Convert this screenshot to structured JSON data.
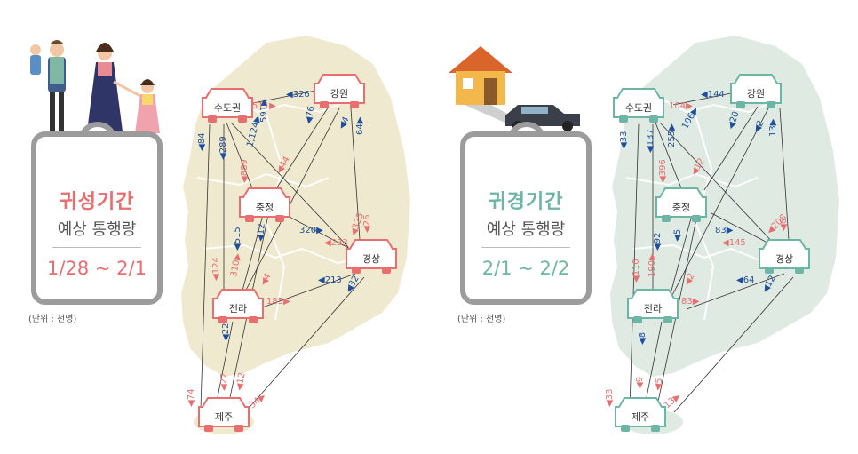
{
  "colors": {
    "seol_accent": "#e86f6f",
    "return_accent": "#6db6a6",
    "east": "#1f4f9c",
    "west": "#e86f6f",
    "card_border": "#9c9c9c",
    "map_seol": "#efe9cf",
    "map_return": "#dfeae2"
  },
  "panels": [
    {
      "id": "seol",
      "title": "귀성기간",
      "subtitle": "예상 통행량",
      "dates": "1/28 ~ 2/1",
      "unit": "(단위 : 천명)",
      "regions": {
        "capital": "수도권",
        "gangwon": "강원",
        "chungcheong": "충청",
        "gyeongsang": "경상",
        "jeolla": "전라",
        "jeju": "제주"
      },
      "flows": {
        "cap_to_gw": "326",
        "gw_to_cap": "511",
        "cap_to_ch": "1,124",
        "ch_to_cap": "889",
        "cap_to_gs": "591",
        "gs_to_cap": "325",
        "cap_to_jl": "289",
        "jl_to_cap": "124",
        "cap_to_jj": "84",
        "jj_to_cap": "74",
        "gw_to_ch": "76",
        "ch_to_gw": "44",
        "gw_to_jl": "4",
        "jl_to_gw": "4",
        "gw_to_gs": "64",
        "gs_to_gw": "26",
        "ch_to_gs": "320",
        "gs_to_ch": "233",
        "ch_to_jl": "515",
        "jl_to_ch": "310",
        "jl_to_gs": "213",
        "gs_to_jl": "185",
        "jl_to_jj": "22",
        "jj_to_jl": "22",
        "gs_to_jj": "32",
        "jj_to_gs": "34",
        "ch_to_jj": "12",
        "jj_to_ch": "12"
      }
    },
    {
      "id": "return",
      "title": "귀경기간",
      "subtitle": "예상 통행량",
      "dates": "2/1 ~ 2/2",
      "unit": "(단위 : 천명)",
      "regions": {
        "capital": "수도권",
        "gangwon": "강원",
        "chungcheong": "충청",
        "gyeongsang": "경상",
        "jeolla": "전라",
        "jeju": "제주"
      },
      "flows": {
        "cap_to_gw": "144",
        "gw_to_cap": "104",
        "cap_to_ch": "255",
        "ch_to_cap": "396",
        "cap_to_gs": "106",
        "gs_to_cap": "208",
        "cap_to_jl": "137",
        "jl_to_cap": "110",
        "cap_to_jj": "33",
        "jj_to_cap": "33",
        "gw_to_ch": "20",
        "ch_to_gw": "12",
        "gw_to_jl": "2",
        "jl_to_gw": "2",
        "gw_to_gs": "13",
        "gs_to_gw": "6",
        "ch_to_gs": "83",
        "gs_to_ch": "145",
        "ch_to_jl": "92",
        "jl_to_ch": "190",
        "jl_to_gs": "64",
        "gs_to_jl": "83",
        "jl_to_jj": "8",
        "jj_to_jl": "9",
        "gs_to_jj": "12",
        "jj_to_gs": "13",
        "ch_to_jj": "5",
        "jj_to_ch": "5"
      }
    }
  ]
}
